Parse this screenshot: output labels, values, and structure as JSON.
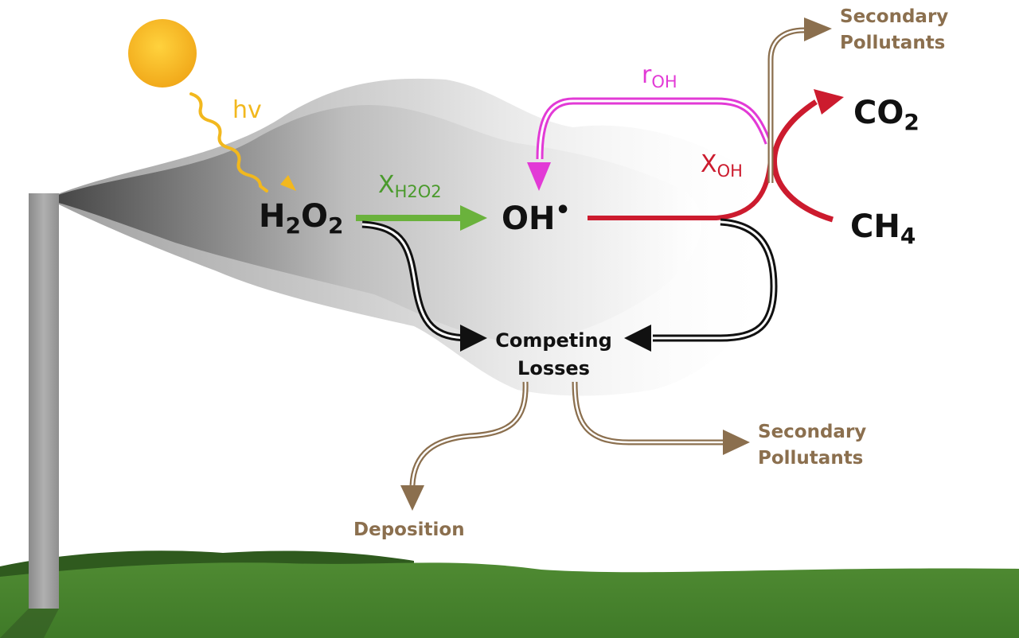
{
  "hv": "hv",
  "species": {
    "h2o2_main": "H",
    "h2o2_sub1": "2",
    "h2o2_mid": "O",
    "h2o2_sub2": "2",
    "oh": "OH",
    "oh_dot": "•",
    "co2_main": "CO",
    "co2_sub": "2",
    "ch4_main": "CH",
    "ch4_sub": "4"
  },
  "rates": {
    "x_h2o2_main": "X",
    "x_h2o2_sub": "H2O2",
    "r_oh_main": "r",
    "r_oh_sub": "OH",
    "x_oh_main": "X",
    "x_oh_sub": "OH"
  },
  "sinks": {
    "competing_line1": "Competing",
    "competing_line2": "Losses",
    "deposition": "Deposition",
    "secondary_top_line1": "Secondary",
    "secondary_top_line2": "Pollutants",
    "secondary_bottom_line1": "Secondary",
    "secondary_bottom_line2": "Pollutants"
  },
  "colors": {
    "sun": "#f7b825",
    "hv": "#f2b81e",
    "x_h2o2": "#4a9a2c",
    "r_oh": "#e23ad6",
    "x_oh": "#cc1b2e",
    "brown": "#8b6f4e",
    "grass": "#4f8a34",
    "stack": "#999999"
  }
}
